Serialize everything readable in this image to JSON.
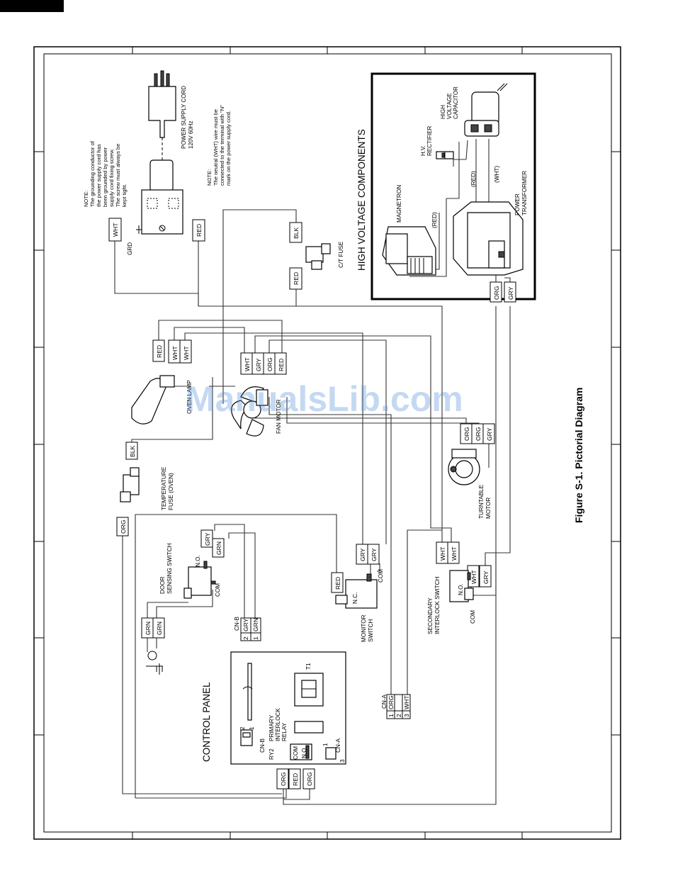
{
  "title": "Figure S-1. Pictorial Diagram",
  "watermark": "ManualsLib.com",
  "hv_title": "HIGH VOLTAGE COMPONENTS",
  "control_panel": "CONTROL PANEL",
  "components": {
    "power_cord": [
      "POWER SUPPLY CORD",
      "120V 60Hz"
    ],
    "note1": [
      "NOTE:",
      "The grounding conductor of",
      "the power supply cord has",
      "been grounded by power",
      "supply cord fixing screw.",
      "The screw must always be",
      "kept tight."
    ],
    "note2": [
      "NOTE:",
      "The neutral (WHT) wire must be",
      "connected to the terminal with \"N\"",
      "mark on the power supply cord."
    ],
    "ct_fuse": "C/T FUSE",
    "oven_lamp": "OVEN LAMP",
    "fan_motor": "FAN MOTOR",
    "temp_fuse": [
      "TEMPERATURE",
      "FUSE (OVEN)"
    ],
    "turntable_motor": [
      "TURNTABLE",
      "MOTOR"
    ],
    "door_sensing_switch": [
      "DOOR",
      "SENSING SWITCH"
    ],
    "monitor_switch": [
      "MONITOR",
      "SWITCH"
    ],
    "secondary_interlock_switch": [
      "SECONDARY",
      "INTERLOCK SWITCH"
    ],
    "magnetron": "MAGNETRON",
    "hv_rectifier": [
      "H.V.",
      "RECTIFIER"
    ],
    "hv_capacitor": [
      "HIGH",
      "VOLTAGE",
      "CAPACITOR"
    ],
    "power_transformer": [
      "POWER",
      "TRANSFORMER"
    ],
    "primary_relay": [
      "PRIMARY",
      "INTERLOCK",
      "RELAY"
    ],
    "ry2": "RY2",
    "t1": "T1"
  },
  "terminals": {
    "grd": "GRD",
    "nc": "N.C.",
    "no": "N.O.",
    "com": "COM",
    "cnb": "CN-B",
    "cna": "CN-A",
    "red_paren": "(RED)",
    "wht_paren": "(WHT)"
  },
  "wire_colors": {
    "wht": "WHT",
    "red": "RED",
    "blk": "BLK",
    "gry": "GRY",
    "org": "ORG",
    "grn": "GRN"
  },
  "connector_numbers": {
    "one": "1",
    "two": "2",
    "three": "3"
  }
}
